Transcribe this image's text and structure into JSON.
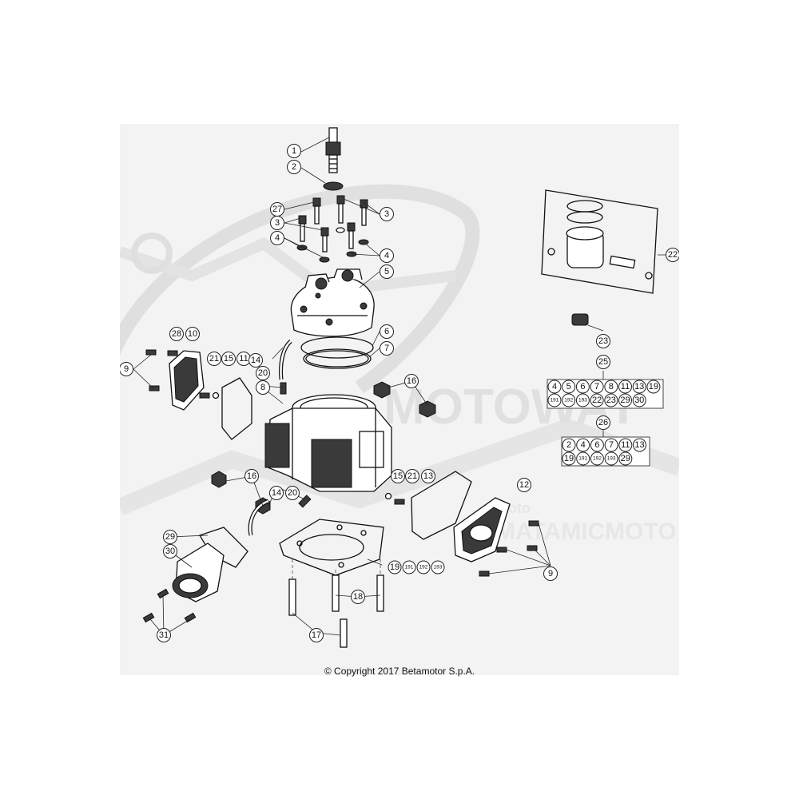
{
  "copyright": "© Copyright 2017 Betamotor S.p.A.",
  "watermarks": [
    "MOTOWAY",
    "MICMOTO",
    "moto",
    "MATAMICMOTO"
  ],
  "callouts": [
    {
      "label": "1"
    },
    {
      "label": "2"
    },
    {
      "label": "27"
    },
    {
      "label": "3"
    },
    {
      "label": "3"
    },
    {
      "label": "4"
    },
    {
      "label": "4"
    },
    {
      "label": "5"
    },
    {
      "label": "6"
    },
    {
      "label": "7"
    },
    {
      "label": "28"
    },
    {
      "label": "10"
    },
    {
      "label": "9"
    },
    {
      "label": "21"
    },
    {
      "label": "15"
    },
    {
      "label": "11"
    },
    {
      "label": "14"
    },
    {
      "label": "20"
    },
    {
      "label": "8"
    },
    {
      "label": "16"
    },
    {
      "label": "16"
    },
    {
      "label": "14"
    },
    {
      "label": "20"
    },
    {
      "label": "15"
    },
    {
      "label": "21"
    },
    {
      "label": "13"
    },
    {
      "label": "12"
    },
    {
      "label": "9"
    },
    {
      "label": "29"
    },
    {
      "label": "30"
    },
    {
      "label": "31"
    },
    {
      "label": "18"
    },
    {
      "label": "17"
    },
    {
      "label": "22"
    },
    {
      "label": "23"
    },
    {
      "label": "25"
    },
    {
      "label": "26"
    }
  ],
  "gasket_set_labels": [
    "19",
    "191",
    "192",
    "193"
  ],
  "kit_25": {
    "row1": [
      "4",
      "5",
      "6",
      "7",
      "8",
      "11",
      "13",
      "19"
    ],
    "row2": [
      "191",
      "192",
      "193",
      "22",
      "23",
      "29",
      "30"
    ]
  },
  "kit_26": {
    "row1": [
      "2",
      "4",
      "6",
      "7",
      "11",
      "13"
    ],
    "row2": [
      "19",
      "191",
      "192",
      "193",
      "29"
    ]
  }
}
